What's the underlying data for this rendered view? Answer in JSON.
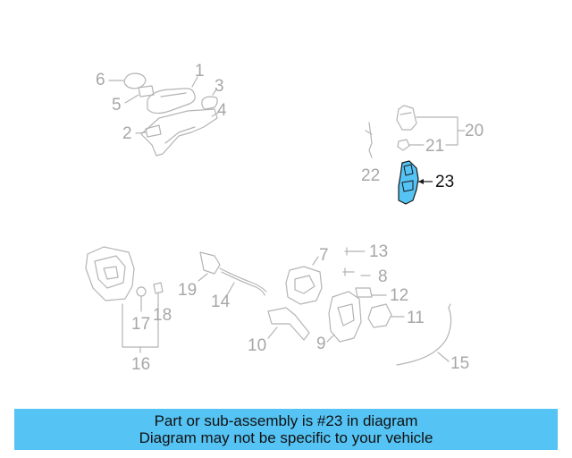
{
  "diagram": {
    "highlight_color": "#55c3f4",
    "part_color": "#a7a7a7",
    "highlighted_part": "23",
    "callouts": [
      "1",
      "2",
      "3",
      "4",
      "5",
      "6",
      "7",
      "8",
      "9",
      "10",
      "11",
      "12",
      "13",
      "14",
      "15",
      "16",
      "17",
      "18",
      "19",
      "20",
      "21",
      "22",
      "23"
    ]
  },
  "banner": {
    "line1": "Part or sub-assembly is #23 in diagram",
    "line2": "Diagram may not be specific to your vehicle"
  }
}
